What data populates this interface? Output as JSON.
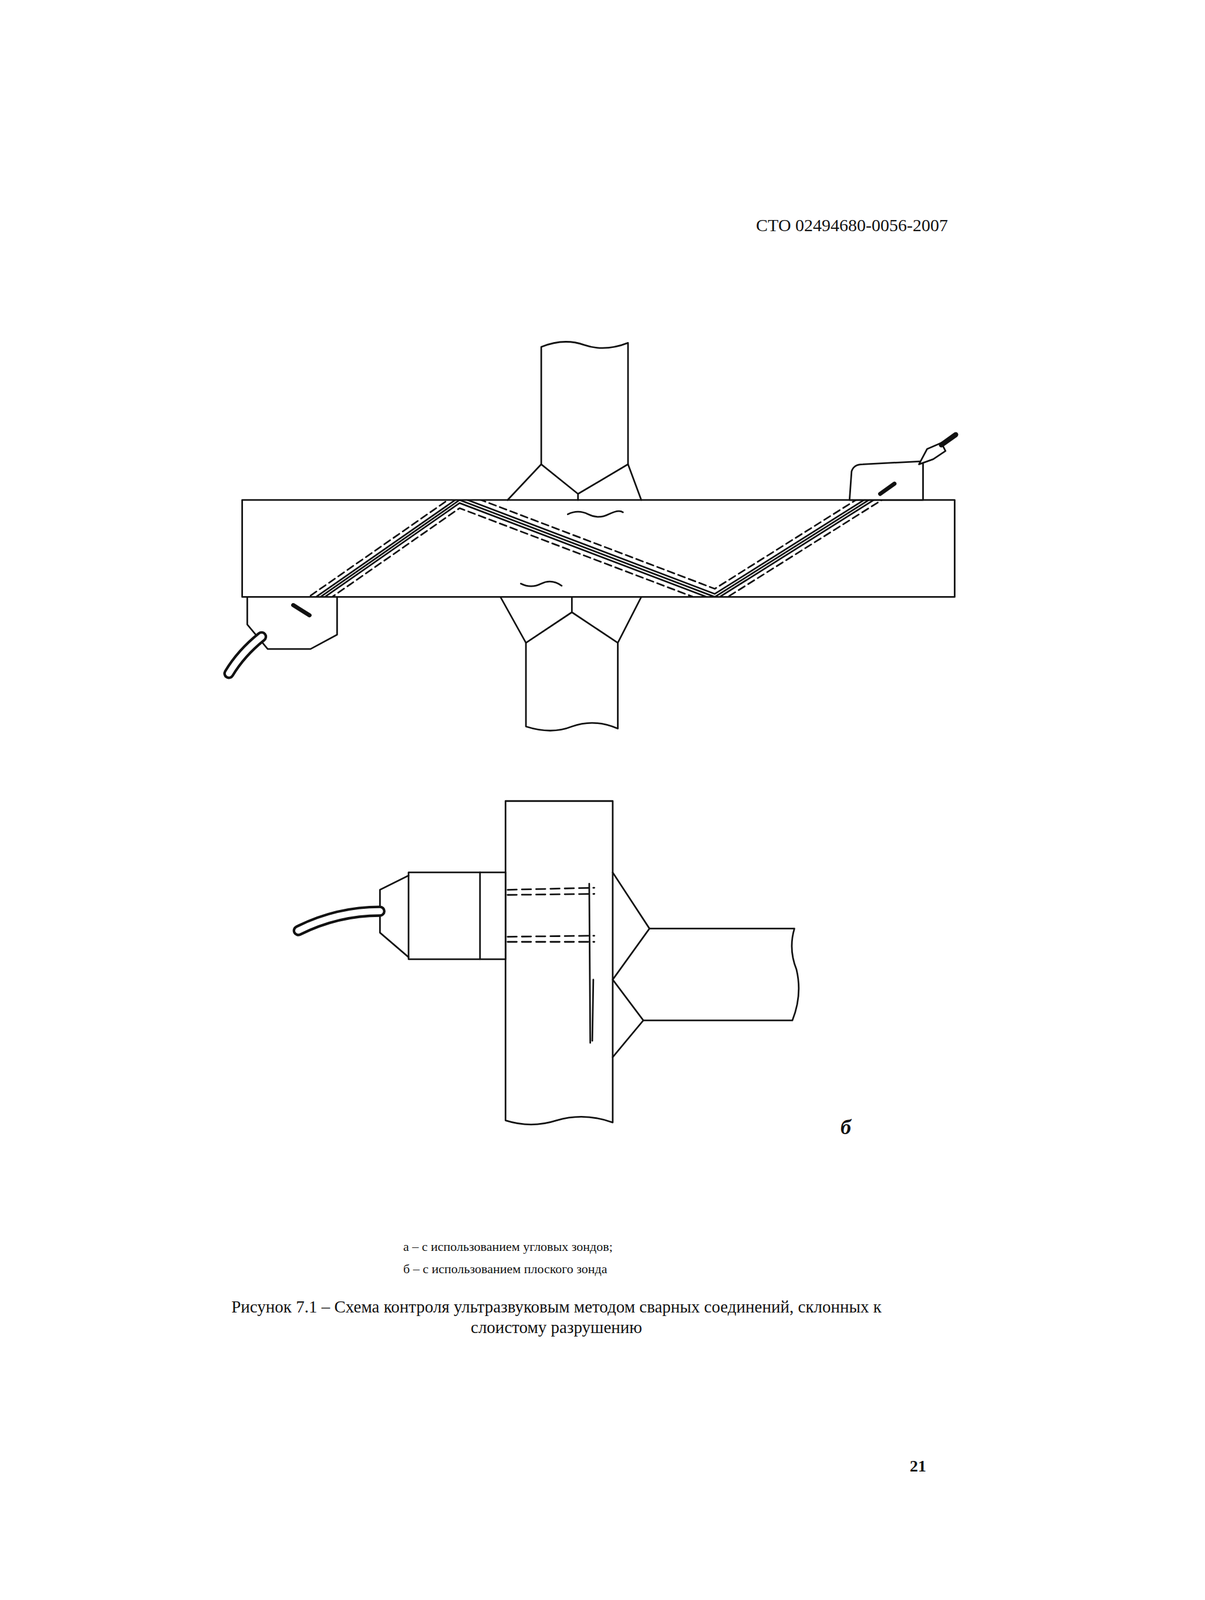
{
  "diagram": {
    "caption": "Рисунок 7.1 – Схема контроля ультразвуковым методом сварных соединений, склонных к слоистому разрушению",
    "labels": [
      "СТО 02494680-0056-2007",
      "б",
      "а – с использованием угловых зондов;",
      "б – с использованием плоского зонда",
      "21"
    ]
  }
}
